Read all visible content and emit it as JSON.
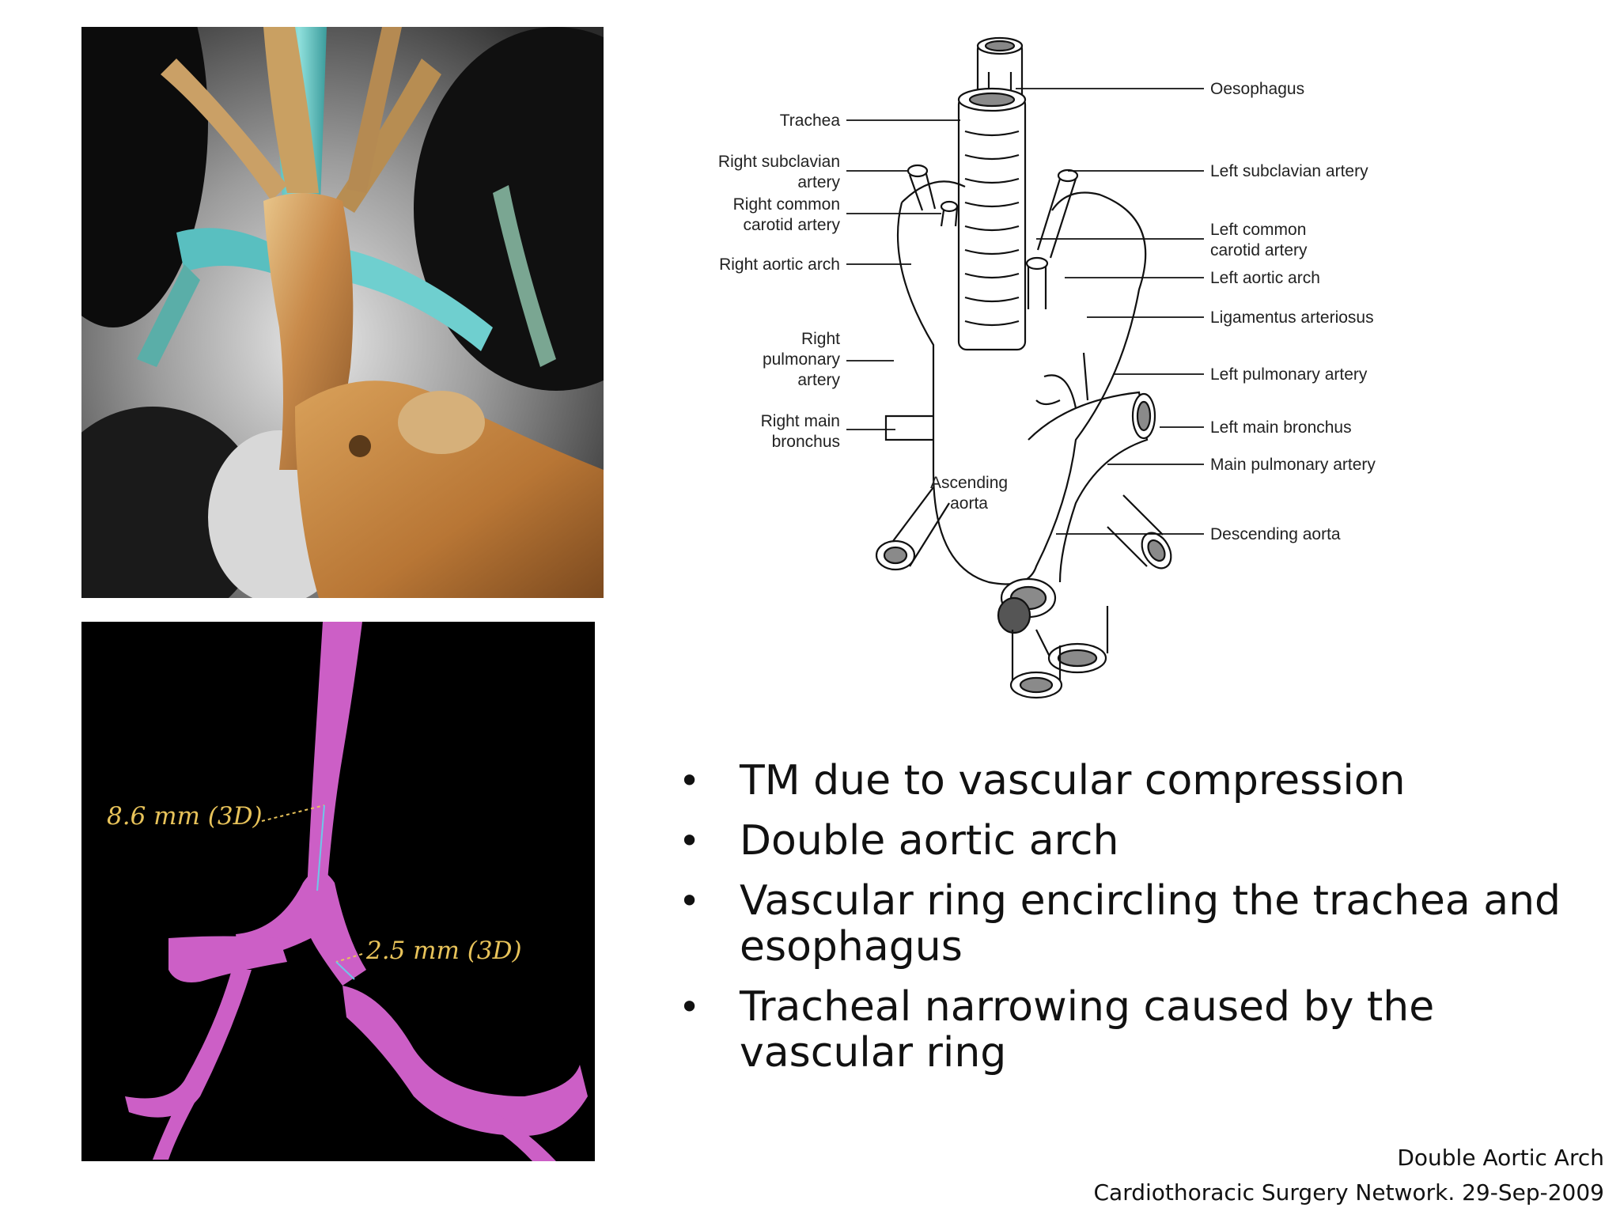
{
  "slide": {
    "bullets": [
      "TM due to vascular compression",
      "Double aortic arch",
      "Vascular ring encircling the trachea and esophagus",
      "Tracheal narrowing caused by the vascular ring"
    ],
    "citation": {
      "title": "Double Aortic Arch",
      "source": "Cardiothoracic Surgery Network. 29-Sep-2009"
    }
  },
  "airway_image": {
    "measure_upper": "8.6 mm (3D)",
    "measure_lower": "2.5 mm (3D)",
    "airway_color": "#cc5fc6"
  },
  "diagram": {
    "labels_left": {
      "trachea": "Trachea",
      "right_subclavian": [
        "Right subclavian",
        "artery"
      ],
      "right_common_carotid": [
        "Right common",
        "carotid artery"
      ],
      "right_aortic_arch": "Right aortic arch",
      "right_pulmonary": [
        "Right",
        "pulmonary",
        "artery"
      ],
      "right_main_bronchus": [
        "Right main",
        "bronchus"
      ]
    },
    "labels_right": {
      "oesophagus": "Oesophagus",
      "left_subclavian": "Left subclavian artery",
      "left_common_carotid": [
        "Left common",
        "carotid artery"
      ],
      "left_aortic_arch": "Left aortic arch",
      "ligamentus": "Ligamentus arteriosus",
      "left_pulmonary": "Left pulmonary artery",
      "left_main_bronchus": "Left main bronchus",
      "main_pulmonary": "Main pulmonary artery",
      "descending_aorta": "Descending aorta"
    },
    "center_label": [
      "Ascending",
      "aorta"
    ]
  }
}
